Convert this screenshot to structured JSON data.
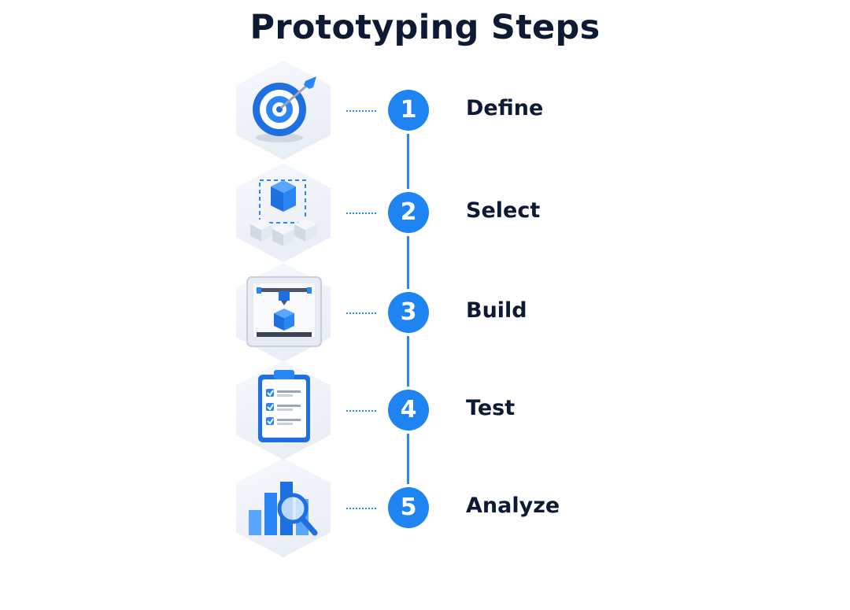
{
  "title": "Prototyping Steps",
  "steps": [
    {
      "number": "1",
      "label": "Define",
      "icon": "target-icon"
    },
    {
      "number": "2",
      "label": "Select",
      "icon": "cubes-icon"
    },
    {
      "number": "3",
      "label": "Build",
      "icon": "3d-printer-icon"
    },
    {
      "number": "4",
      "label": "Test",
      "icon": "checklist-clipboard-icon"
    },
    {
      "number": "5",
      "label": "Analyze",
      "icon": "bar-chart-magnifier-icon"
    }
  ],
  "colors": {
    "accent": "#1e84f2",
    "title": "#0d1a33"
  }
}
